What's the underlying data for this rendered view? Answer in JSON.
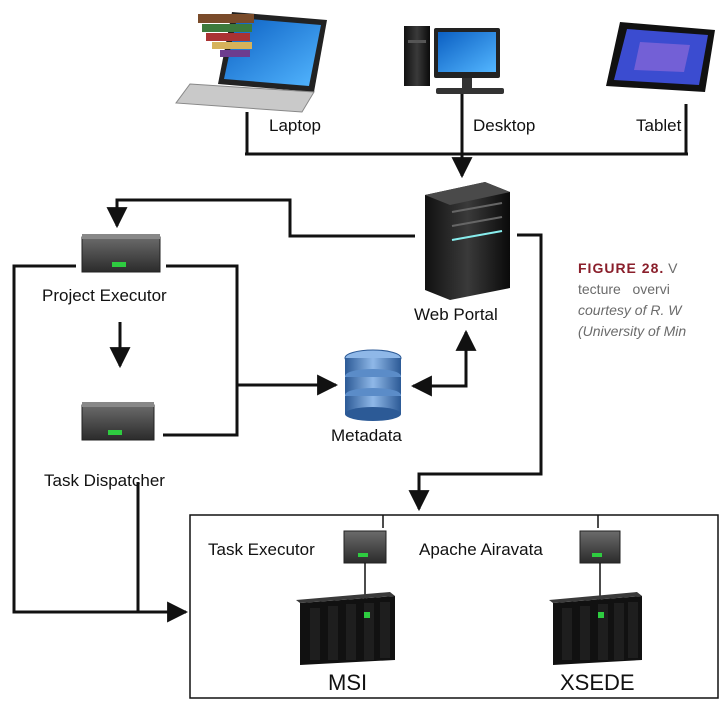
{
  "devices": {
    "laptop": "Laptop",
    "desktop": "Desktop",
    "tablet": "Tablet"
  },
  "nodes": {
    "web_portal": "Web Portal",
    "project_executor": "Project Executor",
    "task_dispatcher": "Task Dispatcher",
    "metadata": "Metadata",
    "task_executor": "Task Executor",
    "apache_airavata": "Apache Airavata",
    "msi": "MSI",
    "xsede": "XSEDE"
  },
  "caption": {
    "figure": "FIGURE 28.",
    "line1_rest": "V",
    "line2": "tecture   overvi",
    "line3": "courtesy of R. W",
    "line4": "(University of Min"
  },
  "colors": {
    "line": "#111111",
    "caption_figure": "#8a1f2b",
    "caption_text": "#6b6b6b",
    "server_green": "#2ecc40",
    "database_blue": "#3a6fb0"
  }
}
